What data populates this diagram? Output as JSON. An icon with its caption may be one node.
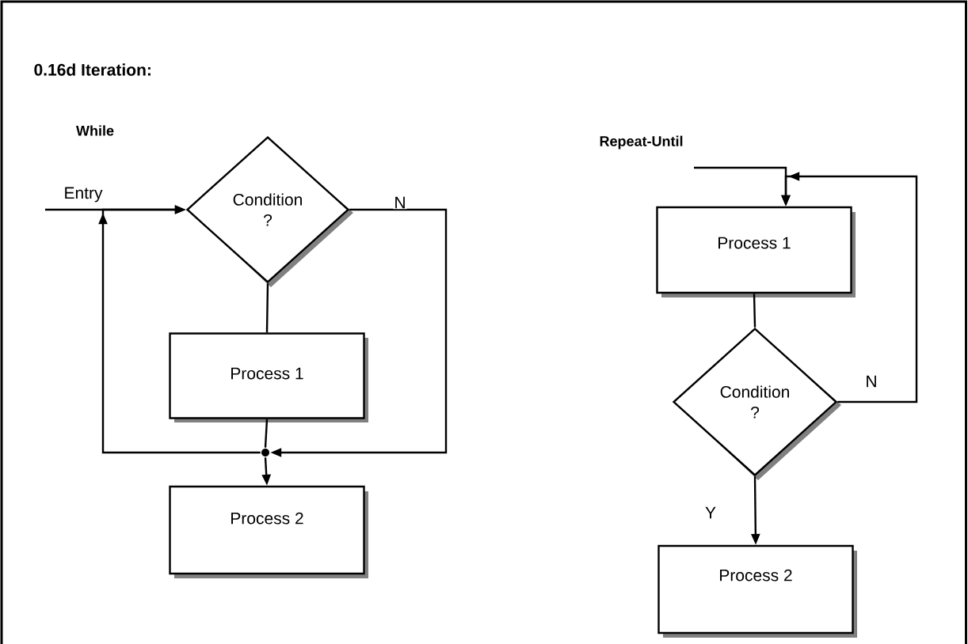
{
  "diagram": {
    "title": "0.16d Iteration:",
    "nodes": [
      {
        "text": [
          "Condition ?"
        ]
      },
      {
        "text": [
          "Process 1"
        ]
      },
      {
        "text": [
          "Process 2"
        ]
      },
      {
        "text": [],
        "shape": "circle"
      },
      {
        "text": [
          "Process 1"
        ]
      },
      {
        "text": [
          "Condition ?"
        ]
      },
      {
        "text": [
          "Process 2"
        ]
      }
    ],
    "edges": [
      {
        "from": null,
        "to": 0,
        "arrow": "to",
        "label": "Entry"
      },
      {
        "from": 0,
        "to": 1,
        "arrow": "none"
      },
      {
        "from": 0,
        "to": 3,
        "arrow": "to",
        "label": "N"
      },
      {
        "from": 1,
        "to": 3,
        "arrow": "none"
      },
      {
        "from": 3,
        "to": 0,
        "arrow": "to"
      },
      {
        "from": 3,
        "to": 2,
        "arrow": "to"
      },
      {
        "from": null,
        "to": 4,
        "arrow": "to"
      },
      {
        "from": 4,
        "to": 5,
        "arrow": "none"
      },
      {
        "from": 5,
        "to": 4,
        "arrow": "to",
        "label": "N"
      },
      {
        "from": 5,
        "to": 6,
        "arrow": "to",
        "label": "Y"
      }
    ],
    "labels": [
      "While",
      "Repeat-Until"
    ]
  }
}
